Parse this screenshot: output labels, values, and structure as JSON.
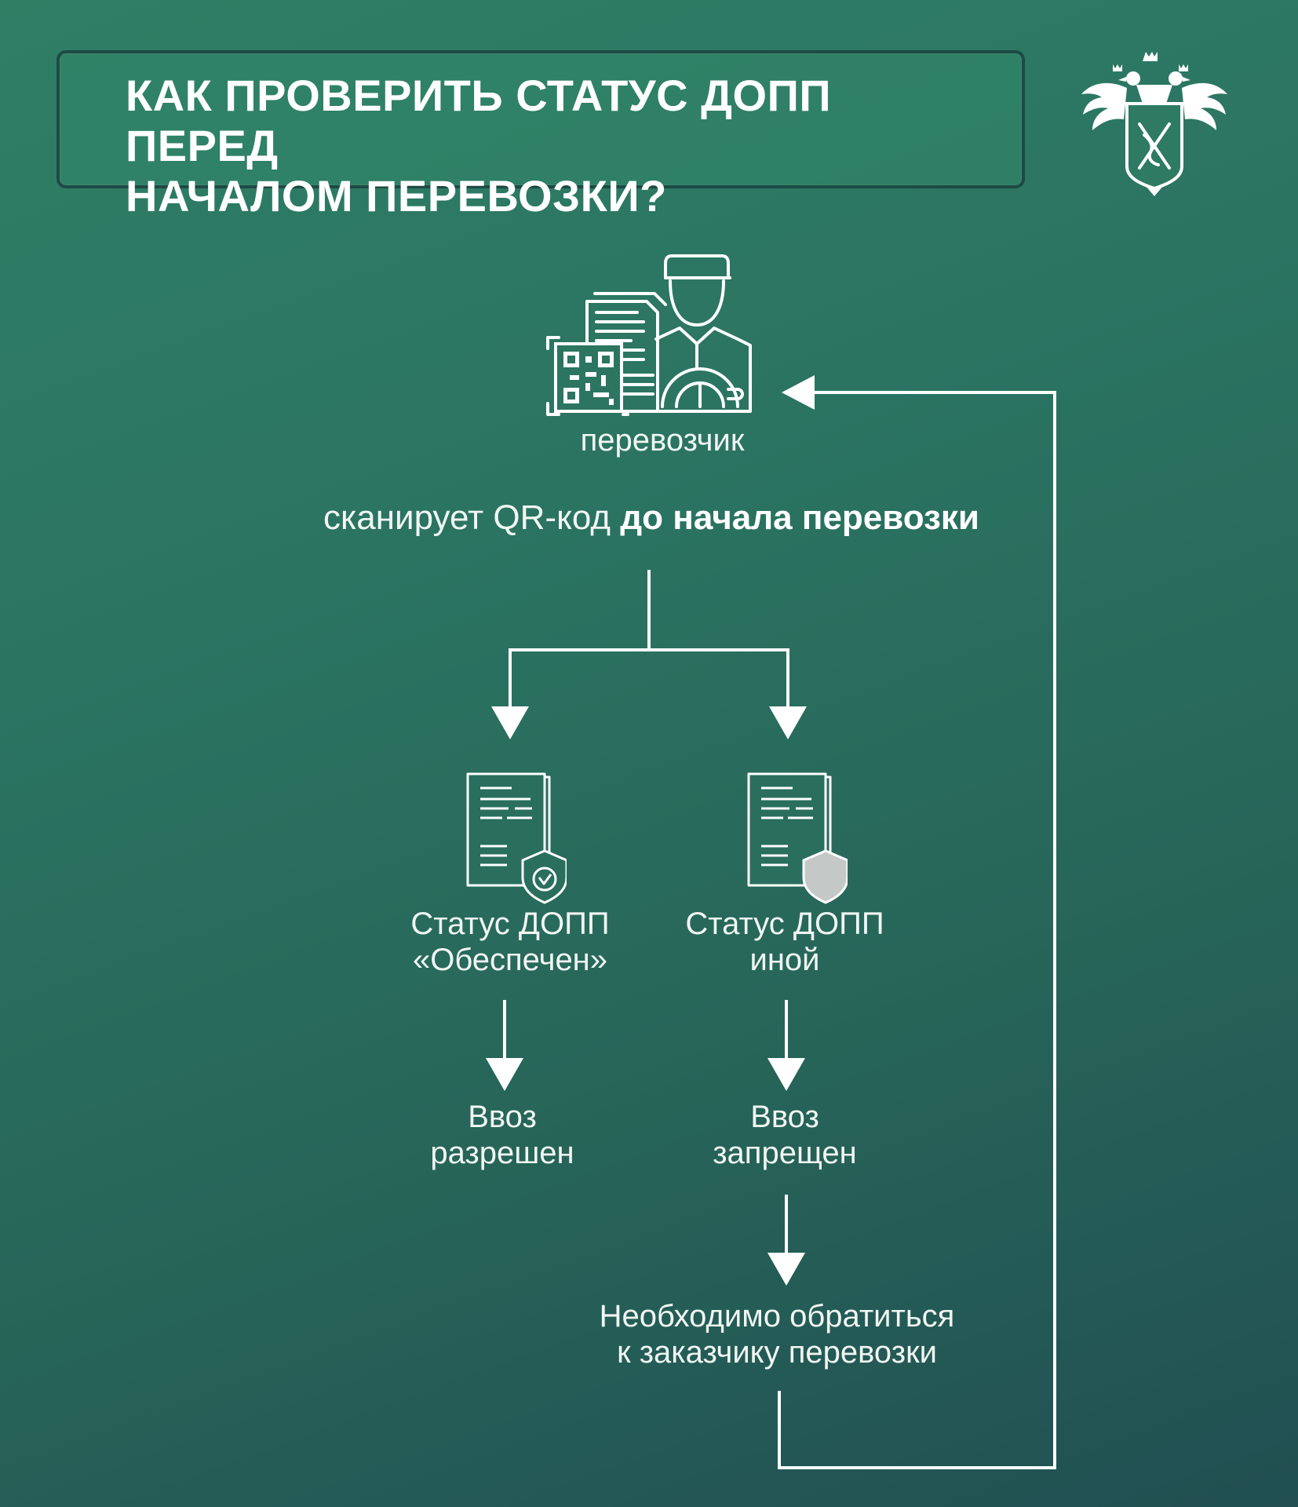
{
  "title": "КАК ПРОВЕРИТЬ СТАТУС ДОПП ПЕРЕД\nНАЧАЛОМ ПЕРЕВОЗКИ?",
  "carrier_label": "перевозчик",
  "scan_text_normal": "сканирует QR-код ",
  "scan_text_bold": "до начала перевозки",
  "status_ok_label": "Статус ДОПП\n«Обеспечен»",
  "status_other_label": "Статус ДОПП\nиной",
  "entry_allowed_label": "Ввоз\nразрешен",
  "entry_denied_label": "Ввоз\nзапрещен",
  "contact_label": "Необходимо обратиться\nк заказчику перевозки",
  "icons": {
    "emblem": "customs-emblem-icon",
    "hero": "driver-with-qr-icon",
    "doc_ok": "document-shield-check-icon",
    "doc_other": "document-shield-icon"
  },
  "colors": {
    "background_top": "#2f7f65",
    "background_bottom": "#214f52",
    "title_border": "#1e4a44",
    "line": "#ffffff",
    "shield_fill": "#c4c8c6"
  }
}
